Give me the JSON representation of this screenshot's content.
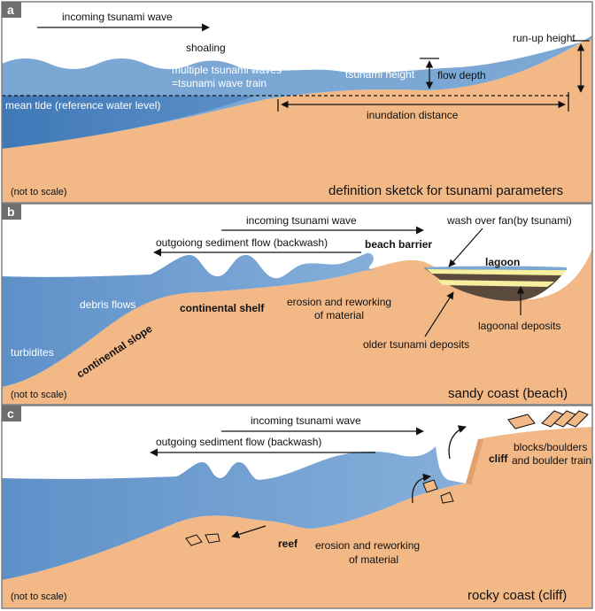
{
  "panels": {
    "a": {
      "letter": "a",
      "incoming_wave": "incoming tsunami wave",
      "shoaling": "shoaling",
      "multiple_waves_line1": "multiple tsunami waves",
      "multiple_waves_line2": "=tsunami wave train",
      "mean_tide": "mean tide (reference water level)",
      "tsunami_height": "tsunami height",
      "flow_depth": "flow depth",
      "run_up_height": "run-up height",
      "inundation_distance": "inundation distance",
      "not_to_scale": "(not to scale)",
      "caption": "definition sketck for tsunami parameters"
    },
    "b": {
      "letter": "b",
      "incoming_wave": "incoming tsunami wave",
      "backwash": "outgoiong sediment flow (backwash)",
      "beach_barrier": "beach barrier",
      "wash_over_fan": "wash over fan(by tsunami)",
      "lagoon": "lagoon",
      "debris_flows": "debris flows",
      "continental_shelf": "continental shelf",
      "erosion_line1": "erosion and reworking",
      "erosion_line2": "of material",
      "lagoonal_deposits": "lagoonal deposits",
      "older_deposits": "older tsunami deposits",
      "turbidites": "turbidites",
      "continental_slope": "continental slope",
      "not_to_scale": "(not to scale)",
      "caption": "sandy coast (beach)"
    },
    "c": {
      "letter": "c",
      "incoming_wave": "incoming tsunami wave",
      "backwash": "outgoing sediment flow (backwash)",
      "cliff": "cliff",
      "blocks_line1": "blocks/boulders",
      "blocks_line2": "and boulder trains",
      "reef": "reef",
      "erosion_line1": "erosion and reworking",
      "erosion_line2": "of material",
      "not_to_scale": "(not to scale)",
      "caption": "rocky coast (cliff)"
    }
  },
  "colors": {
    "sand": "#F2B886",
    "water": "#7BA7D5",
    "water_deep": "#3F78B8",
    "wave": "#6C9ACB",
    "frame": "#808080",
    "letter_bg": "#6E6E6E",
    "lagoon_yellow": "#F6EFA0",
    "lagoon_dark": "#5A4A3C"
  }
}
